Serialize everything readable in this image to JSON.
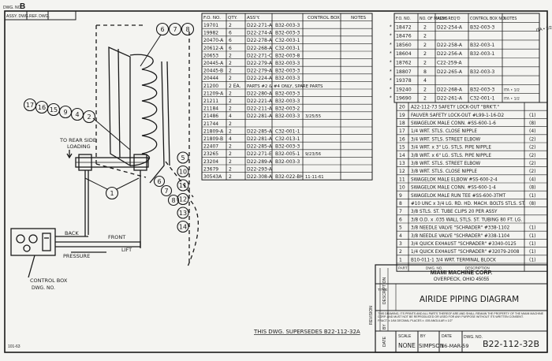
{
  "header": {
    "dwg_no_label": "DWG. NO.",
    "dwg_no_value": "B",
    "assy_label": "ASSY. DWG.",
    "ref_label": "REF. DWG."
  },
  "left_table": {
    "headers": [
      "F.O. NO.",
      "QTY.",
      "ASS'Y.",
      "CONTROL BOX",
      "NOTES"
    ],
    "rows": [
      [
        "19701",
        "2",
        "D22-271-A",
        "B32-003-3",
        ""
      ],
      [
        "19982",
        "6",
        "D22-274-A",
        "B32-003-3",
        ""
      ],
      [
        "20470-A",
        "6",
        "D22-278-A",
        "C32-003-1",
        ""
      ],
      [
        "20612-A",
        "6",
        "D22-268-A",
        "C32-003-1",
        ""
      ],
      [
        "20653",
        "2",
        "D22-271-C",
        "B32-003-8",
        ""
      ],
      [
        "20445-A",
        "2",
        "D22-279-A",
        "B32-003-3",
        ""
      ],
      [
        "20445-B",
        "2",
        "D22-279-A",
        "B32-003-3",
        ""
      ],
      [
        "20444",
        "2",
        "D22-224-A",
        "B32-003-3",
        ""
      ],
      [
        "21200",
        "2 EA.",
        "PARTS #2 & #4 ONLY, SPARE PARTS",
        "",
        ""
      ],
      [
        "21209-A",
        "2",
        "D22-280-A",
        "B32-003-3",
        ""
      ],
      [
        "21211",
        "2",
        "D22-221-A",
        "B32-003-3",
        ""
      ],
      [
        "21184",
        "2",
        "D22-211-A",
        "B32-003-2",
        ""
      ],
      [
        "21486",
        "4",
        "D22-281-A",
        "B32-003-3",
        "3/25/55"
      ],
      [
        "21744",
        "2",
        "",
        "",
        ""
      ],
      [
        "21809-A",
        "2",
        "D22-285-A",
        "C32-001-1",
        ""
      ],
      [
        "21809-B",
        "4",
        "D22-281-A",
        "C32-013-1",
        ""
      ],
      [
        "22407",
        "2",
        "D22-285-A",
        "B32-003-3",
        ""
      ],
      [
        "23265",
        "2",
        "D22-271-E",
        "B32-005-1",
        "9/23/56"
      ],
      [
        "23204",
        "2",
        "D22-289-A",
        "B32-003-3",
        ""
      ],
      [
        "23679",
        "2",
        "D22-293-A",
        "",
        ""
      ],
      [
        "30543A",
        "2",
        "D22-308-A",
        "B32-022-BH",
        "11-11-61"
      ]
    ]
  },
  "right_table": {
    "headers": [
      "F.O. NO.",
      "NO. OF MACHS",
      "ASSY. REQ'D",
      "CONTROL BOX NO.",
      "NOTES"
    ],
    "rows": [
      [
        "18472",
        "2",
        "D22-254-A",
        "B32-003-3",
        ""
      ],
      [
        "18476",
        "2",
        "",
        "",
        ""
      ],
      [
        "18560",
        "2",
        "D22-258-A",
        "B32-003-1",
        ""
      ],
      [
        "18604",
        "2",
        "D22-256-A",
        "B32-003-1",
        ""
      ],
      [
        "18762",
        "2",
        "C22-259-A",
        "",
        ""
      ],
      [
        "18807",
        "8",
        "D22-265-A",
        "B32-003-3",
        ""
      ],
      [
        "19378",
        "4",
        "",
        "",
        ""
      ],
      [
        "19240",
        "2",
        "D22-268-A",
        "B32-003-3",
        "ITA • 1/2"
      ],
      [
        "19690",
        "2",
        "D22-261-A",
        "C32-001-1",
        "ITA • 1/2"
      ]
    ]
  },
  "margin_note": "ITA • 1/2",
  "bill_of_materials": {
    "rows": [
      [
        "20",
        "A22-112-73  SAFETY LOCK-OUT \"BRK'T.\"",
        ""
      ],
      [
        "19",
        "FAUVER SAFETY LOCK-OUT #L99-1-16-D2",
        "(1)"
      ],
      [
        "18",
        "SWAGELOK MALE CONN. #SS-600-1-6",
        "(8)"
      ],
      [
        "17",
        "1/4 WRT. STLS. CLOSE NIPPLE",
        "(4)"
      ],
      [
        "16",
        "3/4 WRT. STLS. STREET ELBOW",
        "(2)"
      ],
      [
        "15",
        "3/4 WRT. x 3\" LG. STLS. PIPE NIPPLE",
        "(2)"
      ],
      [
        "14",
        "3/8 WRT. x 6\" LG. STLS. PIPE NIPPLE",
        "(2)"
      ],
      [
        "13",
        "3/8 WRT. STLS. STREET ELBOW",
        "(2)"
      ],
      [
        "12",
        "3/8 WRT. STLS. CLOSE NIPPLE",
        "(2)"
      ],
      [
        "11",
        "SWAGELOK MALE ELBOW #SS-600-2-4",
        "(4)"
      ],
      [
        "10",
        "SWAGELOK MALE CONN. #SS-600-1-4",
        "(8)"
      ],
      [
        "9",
        "SWAGELOK MALE RUN TEE #SS-600-3TMT",
        "(1)"
      ],
      [
        "8",
        "#10 UNC x 3/4 LG. RD. HD. MACH. BOLTS STLS. ST.",
        "(8)"
      ],
      [
        "7",
        "3/8 STLS. ST. TUBE CLIPS 20 PER ASSY",
        ""
      ],
      [
        "6",
        "3/8 O.D. x .035 WALL STLS. ST. TUBING 80 FT. LG.",
        ""
      ],
      [
        "5",
        "3/8 NEEDLE VALVE \"SCHRADER\" #338-1102",
        "(1)"
      ],
      [
        "4",
        "3/8 NEEDLE VALVE \"SCHRADER\" #338-1104",
        "(1)"
      ],
      [
        "3",
        "3/4 QUICK EXHAUST \"SCHRADER\" #3340-0125",
        "(1)"
      ],
      [
        "2",
        "1/4 QUICK EXHAUST \"SCHRADER\" #32079-2008",
        "(1)"
      ],
      [
        "1",
        "B10-011-1  3/4 WRT. TERMINAL BLOCK",
        "(1)"
      ]
    ],
    "part_label": "PART",
    "dwg_no_label": "DWG. NO.",
    "description_label": "DESCRIPTION"
  },
  "title_block": {
    "company": "MIAMI MACHINE CORP.",
    "city": "OVERPECK, OHIO 45055",
    "title_label": "TITLE",
    "title": "AIRIDE PIPING DIAGRAM",
    "fineprint": "THIS DRAWING, ITS PRINTS AND ALL PARTS THEREOF ARE AND SHALL REMAIN THE PROPERTY OF THE MIAMI MACHINE CORP. AND MUST NOT BE REPRODUCED OR USED FOR ANY PURPOSE WITHOUT ITS WRITTEN CONSENT.",
    "tolerance": "FRACT. ± 1/64  DECIMAL PLACES ± .005  ANGULAR ± 1/2°",
    "scale_label": "SCALE",
    "scale": "NONE",
    "by_label": "BY",
    "by": "SIMPSON",
    "date_label": "DATE",
    "date": "16-MAR-59",
    "dwg_label": "DWG. NO.",
    "dwg_no": "B22-112-32B",
    "side_labels": [
      "REVISION",
      "DESCRIPTION",
      "BY",
      "DATE"
    ]
  },
  "supersede_note": "THIS DWG. SUPERSEDES B22-112-32A",
  "diagram_labels": {
    "to_rear": "TO REAR SIDE",
    "loading": "LOADING",
    "back": "BACK",
    "front": "FRONT",
    "pressure": "PRESSURE",
    "lift": "LIFT",
    "control_box": "CONTROL BOX",
    "control_dwg": "DWG. NO."
  },
  "callouts": {
    "top_cluster": [
      "6",
      "7",
      "8"
    ],
    "left_cluster": [
      "17",
      "16",
      "15",
      "9",
      "4",
      "2"
    ],
    "bottom_left": [
      "1"
    ],
    "mid_right": [
      "6",
      "7",
      "8"
    ],
    "stack": [
      "5",
      "10",
      "11",
      "12",
      "13",
      "14"
    ]
  },
  "corner_mark": "101-63",
  "colors": {
    "ink": "#1a1a1a",
    "paper": "#f4f4f1"
  }
}
